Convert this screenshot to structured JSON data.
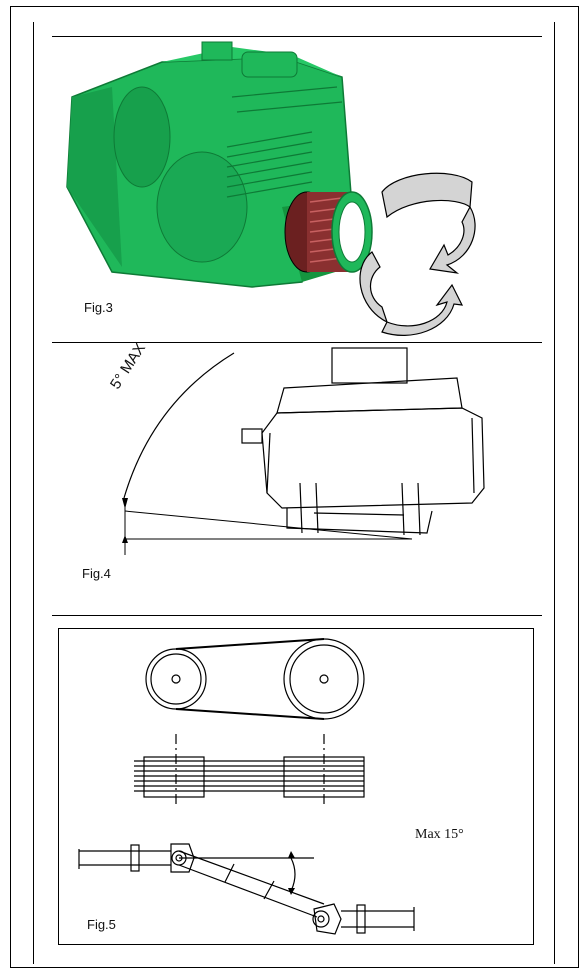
{
  "figures": {
    "fig3": {
      "label": "Fig.3"
    },
    "fig4": {
      "label": "Fig.4",
      "angle_label": "5° MAX"
    },
    "fig5": {
      "label": "Fig.5",
      "angle_label": "Max 15°"
    }
  },
  "colors": {
    "pump_body": "#1fb85a",
    "pump_shadow": "#0e7a36",
    "pulley": "#7a2a2a",
    "arrow_fill": "#d4d4d4",
    "line": "#000000"
  },
  "icons": [
    "pump-illustration",
    "rotation-arrow-icon",
    "motor-outline-icon",
    "pulley-icon",
    "belt-icon",
    "cardan-shaft-icon"
  ]
}
